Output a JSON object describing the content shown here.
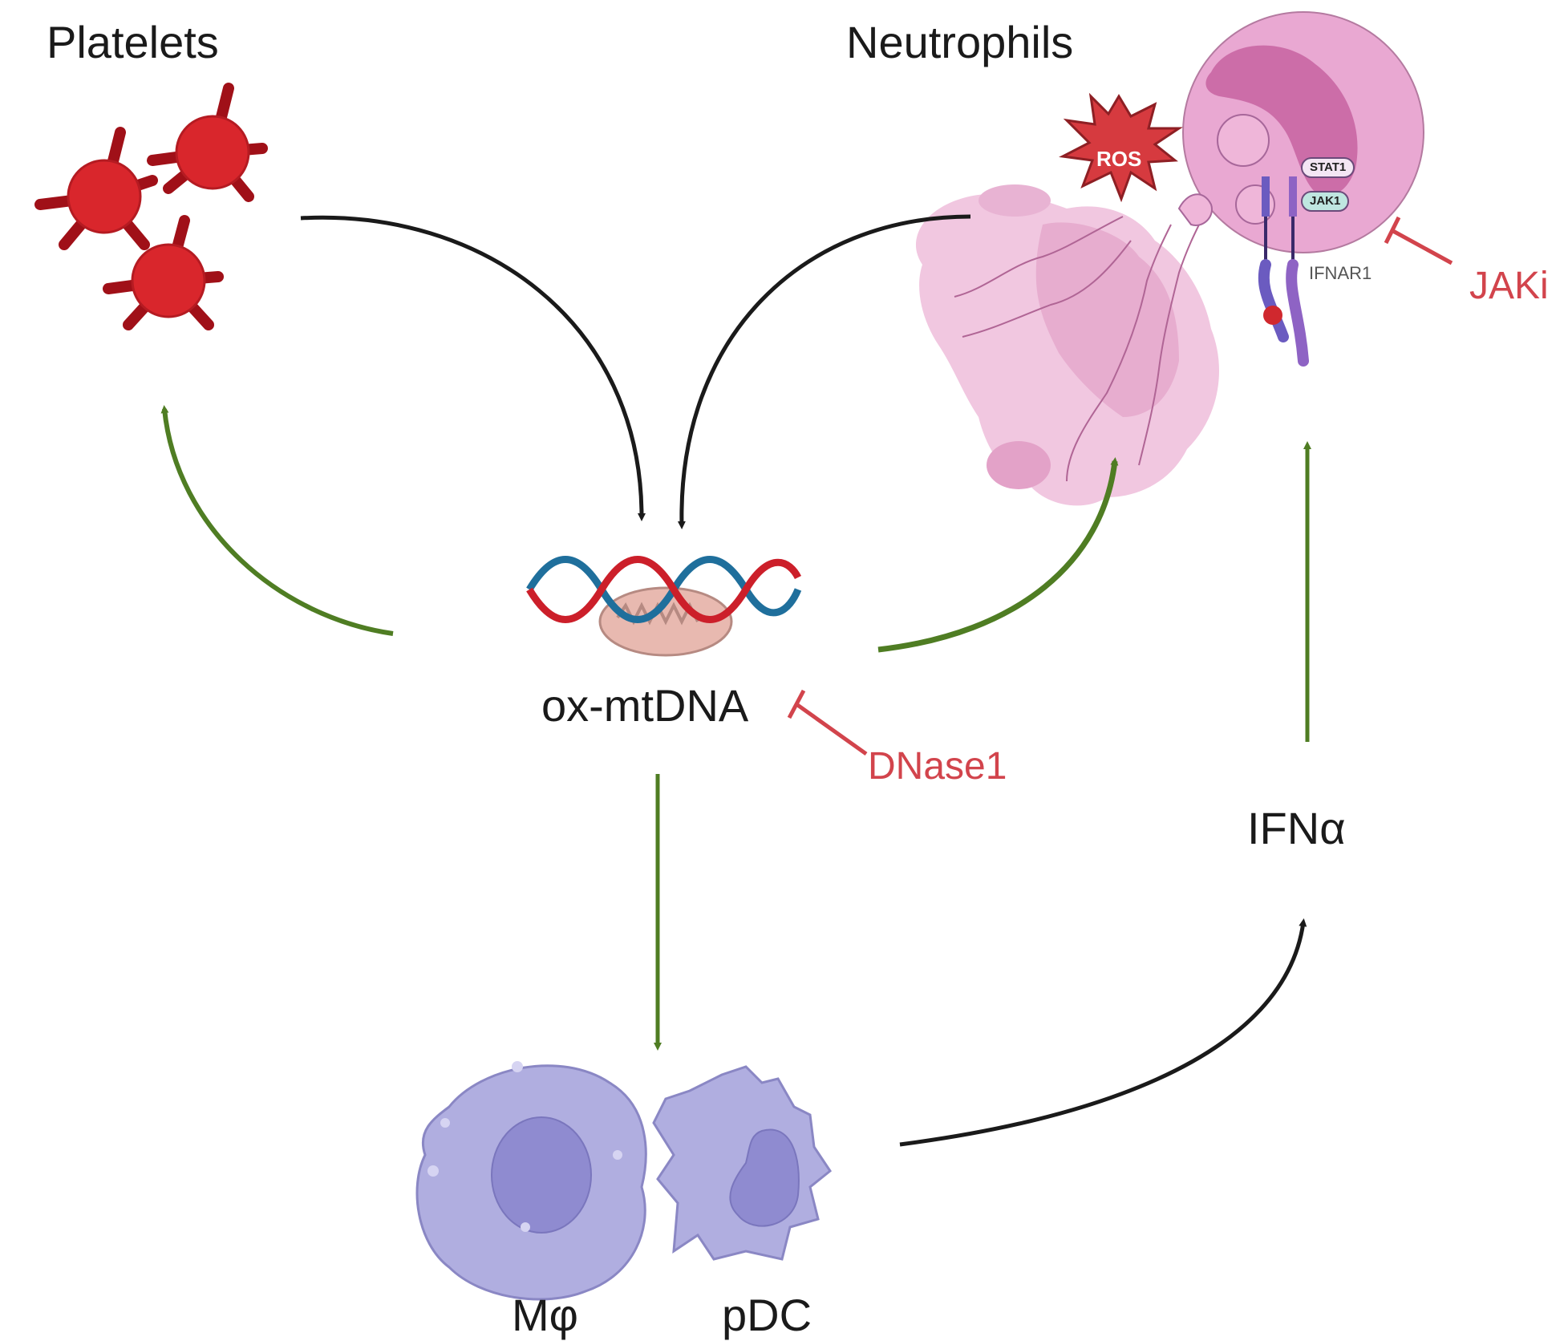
{
  "nodes": {
    "platelets": {
      "label": "Platelets"
    },
    "neutrophils": {
      "label": "Neutrophils",
      "ros_label": "ROS",
      "stat1_label": "STAT1",
      "jak1_label": "JAK1",
      "receptor_label": "IFNAR1"
    },
    "ox_mtdna": {
      "label": "ox-mtDNA"
    },
    "macrophage": {
      "label": "Mφ"
    },
    "pdc": {
      "label": "pDC"
    },
    "ifna": {
      "label": "IFNα"
    }
  },
  "inhibitors": {
    "dnase1": {
      "label": "DNase1",
      "target": "ox-mtDNA"
    },
    "jaki": {
      "label": "JAKi",
      "target": "IFNAR1/JAK1"
    }
  },
  "edges": [
    {
      "from": "Platelets",
      "to": "ox-mtDNA",
      "type": "produces",
      "color": "#1a1a1a"
    },
    {
      "from": "Neutrophils",
      "to": "ox-mtDNA",
      "type": "produces",
      "color": "#1a1a1a"
    },
    {
      "from": "ox-mtDNA",
      "to": "Platelets",
      "type": "activates",
      "color": "#4f7d23"
    },
    {
      "from": "ox-mtDNA",
      "to": "Neutrophils",
      "type": "activates",
      "color": "#4f7d23"
    },
    {
      "from": "ox-mtDNA",
      "to": "Mφ / pDC",
      "type": "activates",
      "color": "#4f7d23"
    },
    {
      "from": "Mφ / pDC",
      "to": "IFNα",
      "type": "produces",
      "color": "#1a1a1a"
    },
    {
      "from": "IFNα",
      "to": "Neutrophils",
      "type": "activates",
      "color": "#4f7d23"
    }
  ],
  "colors": {
    "activation": "#4f7d23",
    "flow": "#1a1a1a",
    "inhibition": "#d2444c",
    "platelet": "#d9262c",
    "neutrophil": "#e9a8d2",
    "immune_cell": "#a9a6dc",
    "dna_strand_a": "#cc1f2a",
    "dna_strand_b": "#1f6f9c"
  }
}
